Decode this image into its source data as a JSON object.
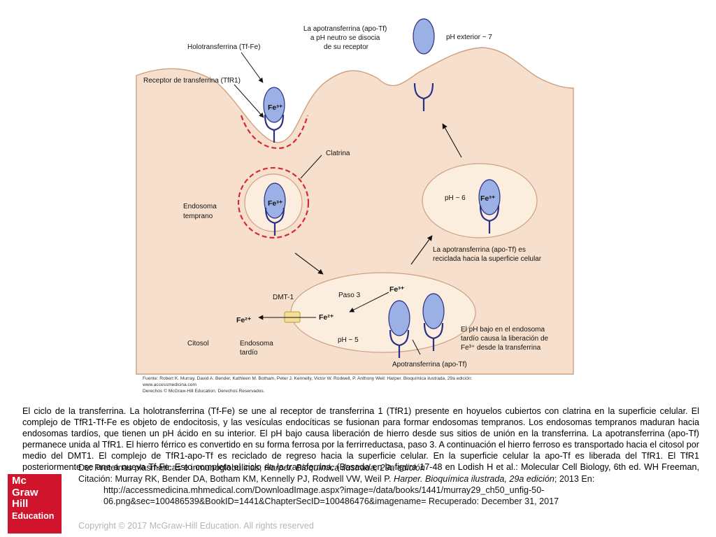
{
  "diagram": {
    "labels": {
      "apo_dissociates": [
        "La apotransferrina (apo-Tf)",
        "a pH neutro se disocia",
        "de su receptor"
      ],
      "ph_exterior": "pH exterior ~ 7",
      "holotransferrin": "Holotransferrina (Tf-Fe)",
      "receptor": "Receptor de transferrina (TfR1)",
      "clatrina": "Clatrina",
      "endosoma_temprano": [
        "Endosoma",
        "temprano"
      ],
      "ph_6": "pH ~ 6",
      "apo_recycled": [
        "La apotransferrina (apo-Tf) es",
        "reciclada hacia la superficie celular"
      ],
      "dmt1": "DMT-1",
      "paso3": "Paso 3",
      "fe2_inner": "Fe²⁺",
      "fe2_outer": "Fe²⁺",
      "ph_5": "pH ~ 5",
      "citosol": "Citosol",
      "endosoma_tardio": [
        "Endosoma",
        "tardío"
      ],
      "low_ph": [
        "El pH bajo en el endosoma",
        "tardío causa la liberación de",
        "Fe³⁺ desde la transferrina"
      ],
      "apotransferrina": "Apotransferrina (apo-Tf)",
      "fe3": "Fe³⁺"
    },
    "source": [
      "Fuente: Robert K. Murray, David A. Bender, Kathleen M. Botham, Peter J. Kennelly, Victor W. Rodwell, P. Anthony Weil: Harper. Bioquímica ilustrada, 29a edición:",
      "www.accessmedicina.com",
      "Derechos © McGraw-Hill Education. Derechos Reservados."
    ],
    "colors": {
      "cytosol": "#f6e0cd",
      "endosome": "#fbeedf",
      "protein": "#9bb0e4",
      "receptor": "#2b2f86",
      "clathrin": "#d42a33",
      "dmt1": "#f6de96"
    }
  },
  "caption": "El ciclo de la transferrina. La holotransferrina (Tf-Fe) se une al receptor de transferrina 1 (TfR1) presente en hoyuelos cubiertos con clatrina en la superficie celular. El complejo de TfR1-Tf-Fe es objeto de endocitosis, y las vesículas endocíticas se fusionan para formar endosomas tempranos. Los endosomas tempranos maduran hacia endosomas tardíos, que tienen un pH ácido en su interior. El pH bajo causa liberación de hierro desde sus sitios de unión en la transferrina. La apotransferrina (apo-Tf) permanece unida al TfR1. El hierro férrico es convertido en su forma ferrosa por la ferrirreductasa, paso 3. A continuación el hierro ferroso es transportado hacia el citosol por medio del DMT1. El complejo de TfR1-apo-Tf es reciclado de regreso hacia la superficie celular. En la superficie celular la apo-Tf es liberada del TfR1. El TfR1 posteriormente se une a nueva Tf-Fe. Esto completa el ciclo de la transferrina. (Basada en la figura 17-48 en Lodish H et al.: Molecular Cell Biology, 6th ed. WH Freeman, 2008.)",
  "logo": [
    "Mc",
    "Graw",
    "Hill",
    "Education"
  ],
  "citation": {
    "de_prefix": "De: ",
    "de_text": "Proteínas plasmáticas e inmunoglobulinas, ",
    "de_book": "Harper. Bioquímica ilustrada, 29a edición",
    "cita_prefix": "Citación: Murray RK, Bender DA, Botham KM, Kennelly PJ, Rodwell VW, Weil P. ",
    "cita_book": "Harper. Bioquímica ilustrada, 29a edición",
    "cita_suffix": "; 2013 En:",
    "url_line1": "http://accessmedicina.mhmedical.com/DownloadImage.aspx?image=/data/books/1441/murray29_ch50_unfig-50-",
    "url_line2": "06.png&sec=100486539&BookID=1441&ChapterSecID=100486476&imagename= Recuperado: December 31, 2017"
  },
  "copyright": "Copyright © 2017 McGraw-Hill Education. All rights reserved"
}
